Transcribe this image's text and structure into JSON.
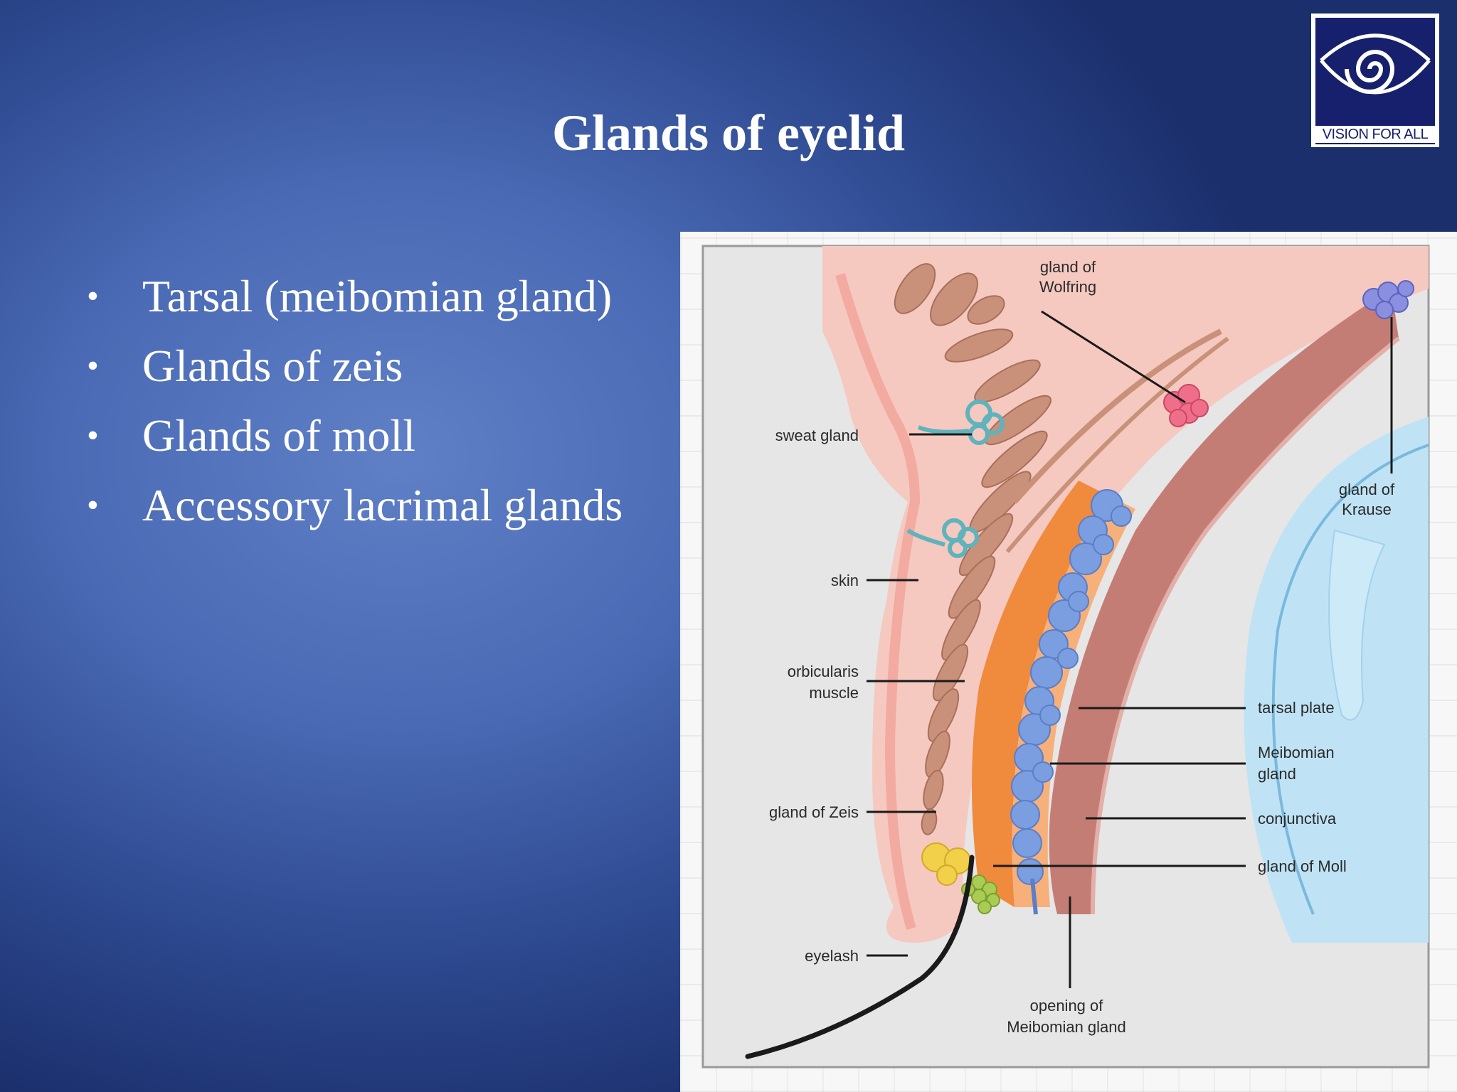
{
  "slide": {
    "title": "Glands of eyelid",
    "bullets": [
      "Tarsal (meibomian gland)",
      "Glands of zeis",
      "Glands of moll",
      "Accessory lacrimal glands"
    ]
  },
  "logo": {
    "text": "VISION FOR ALL",
    "icon": "spiral-eye-icon"
  },
  "diagram": {
    "labels": {
      "gland_of_wolfring_1": "gland of",
      "gland_of_wolfring_2": "Wolfring",
      "sweat_gland": "sweat gland",
      "gland_of_krause_1": "gland of",
      "gland_of_krause_2": "Krause",
      "skin": "skin",
      "orbicularis_1": "orbicularis",
      "orbicularis_2": "muscle",
      "tarsal_plate": "tarsal plate",
      "meibomian_1": "Meibomian",
      "meibomian_2": "gland",
      "conjunctiva": "conjunctiva",
      "gland_of_zeis": "gland of Zeis",
      "gland_of_moll": "gland of Moll",
      "eyelash": "eyelash",
      "opening_1": "opening of",
      "opening_2": "Meibomian gland"
    },
    "colors": {
      "skin": "#f5c9c0",
      "muscle": "#c9917a",
      "tarsal_orange": "#f08a3c",
      "meibomian_blue": "#7a9ee0",
      "conjunctiva": "#b9706a",
      "eye": "#bfe3f5",
      "zeis_yellow": "#f2d04a",
      "moll_green": "#a9cc55",
      "sweat_teal": "#8fc9cf",
      "wolfring_pink": "#ef6f8a",
      "krause_blue": "#8a8fe0"
    }
  }
}
